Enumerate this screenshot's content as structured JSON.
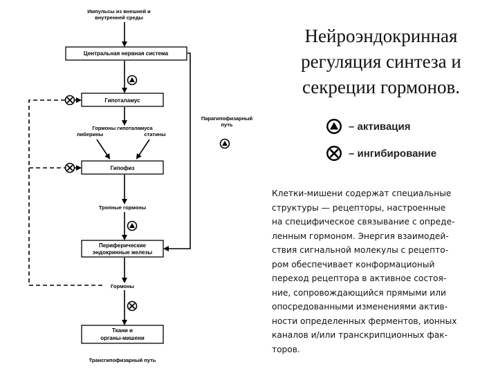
{
  "title_lines": [
    "Нейроэндокринная",
    "регуляция синтеза и",
    "секреции гормонов."
  ],
  "legend": {
    "activation": "– активация",
    "inhibition": "– ингибирование"
  },
  "paragraph_lines": [
    "Клетки-мишени содержат специальные",
    "структуры — рецепторы, настроенные",
    "на специфическое связывание с опреде-",
    "ленным гормоном. Энергия взаимодей-",
    "ствия сигнальной молекулы с рецепто-",
    "ром обеспечивает конформационый",
    "переход рецептора в активное состоя-",
    "ние, сопровождающийся прямыми или",
    "опосредованными изменениями актив-",
    "ности определенных ферментов, ионных",
    "каналов и/или транскрипционных фак-",
    "торов."
  ],
  "diagram": {
    "impulses": [
      "Импульсы из внешней и",
      "внутренней среды"
    ],
    "cns": "Центральная нервная система",
    "hypothalamus": "Гипоталамус",
    "hypothalamic_hormones": "Гормоны гипоталамуса",
    "liberins": "либерины",
    "statins": "статины",
    "pituitary": "Гипофиз",
    "tropic_hormones": "Тропные гормоны",
    "peripheral_glands": [
      "Периферические",
      "эндокринные железы"
    ],
    "hormones": "Гормоны",
    "targets": [
      "Ткани и",
      "органы-мишени"
    ],
    "transpituitary": "Трансгипофизарный путь",
    "parapituitary": [
      "Парагипофизарный",
      "путь"
    ]
  }
}
